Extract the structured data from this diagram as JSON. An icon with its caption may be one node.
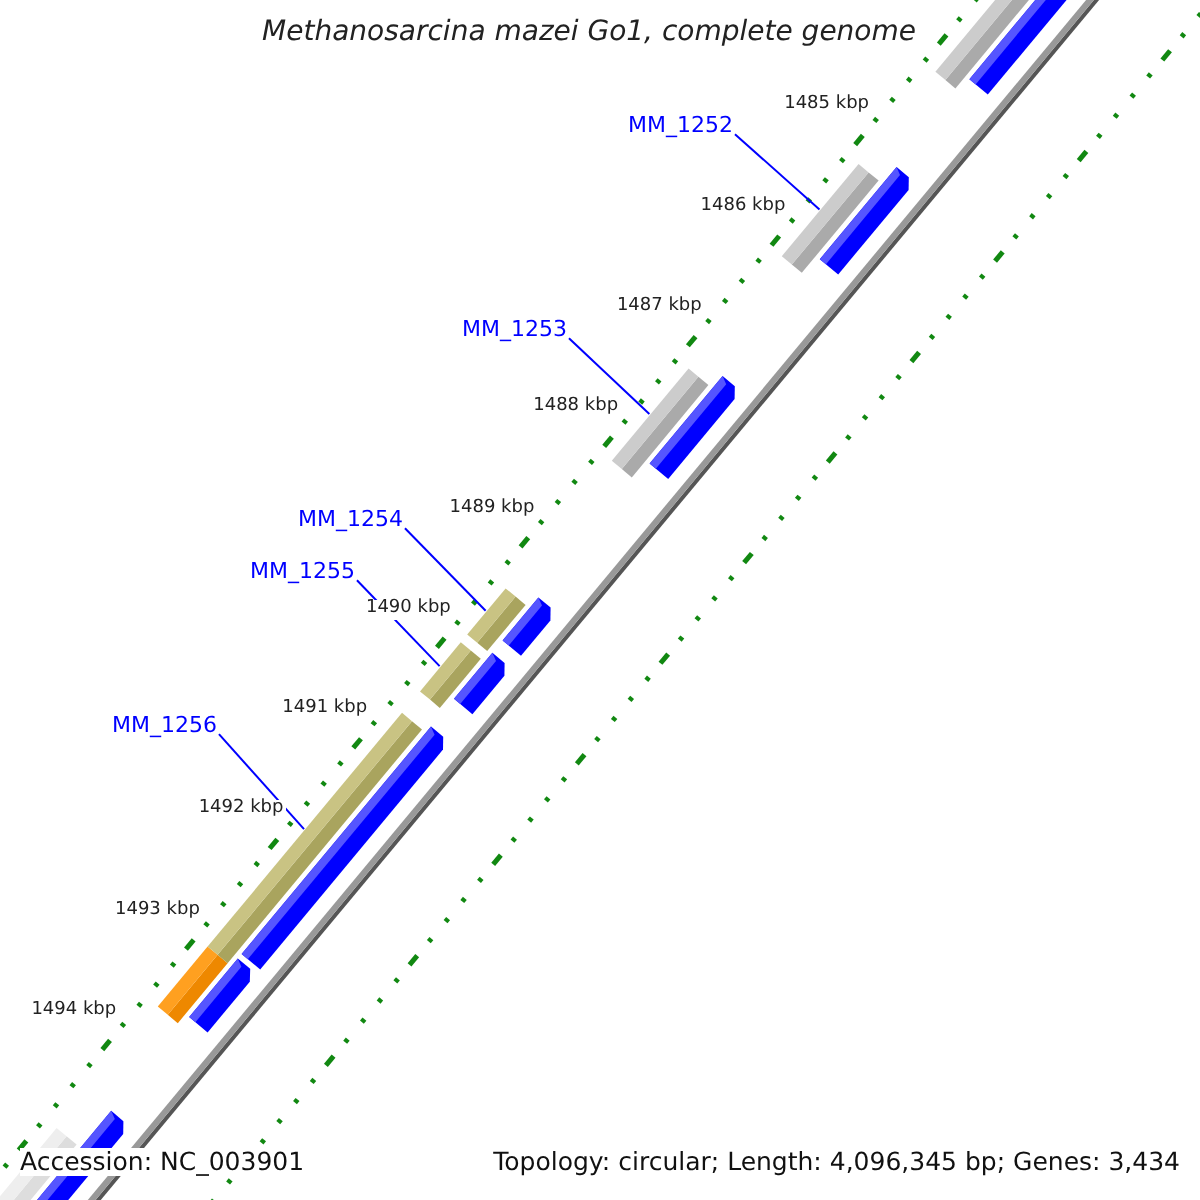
{
  "diagram": {
    "title": "Methanosarcina mazei Go1, complete genome",
    "nodes": [
      {
        "text": [
          "MM_1252"
        ]
      },
      {
        "text": [],
        "shape": "bar"
      },
      {
        "text": [
          "MM_1253"
        ]
      },
      {
        "text": [],
        "shape": "bar"
      },
      {
        "text": [
          "MM_1254"
        ]
      },
      {
        "text": [],
        "shape": "bar"
      },
      {
        "text": [
          "MM_1255"
        ]
      },
      {
        "text": [],
        "shape": "bar"
      },
      {
        "text": [
          "MM_1256"
        ]
      },
      {
        "text": [],
        "shape": "bar"
      }
    ],
    "edges": [
      {
        "from": 0,
        "to": 1,
        "arrow": "none"
      },
      {
        "from": 2,
        "to": 3,
        "arrow": "none"
      },
      {
        "from": 4,
        "to": 5,
        "arrow": "none"
      },
      {
        "from": 6,
        "to": 7,
        "arrow": "none"
      },
      {
        "from": 8,
        "to": 9,
        "arrow": "none"
      }
    ],
    "labels": [
      "1485 kbp",
      "1486 kbp",
      "1487 kbp",
      "1488 kbp",
      "1489 kbp",
      "1490 kbp",
      "1491 kbp",
      "1492 kbp",
      "1493 kbp",
      "1494 kbp",
      "Accession: NC_003901",
      "Topology: circular; Length: 4,096,345 bp; Genes: 3,434"
    ]
  }
}
